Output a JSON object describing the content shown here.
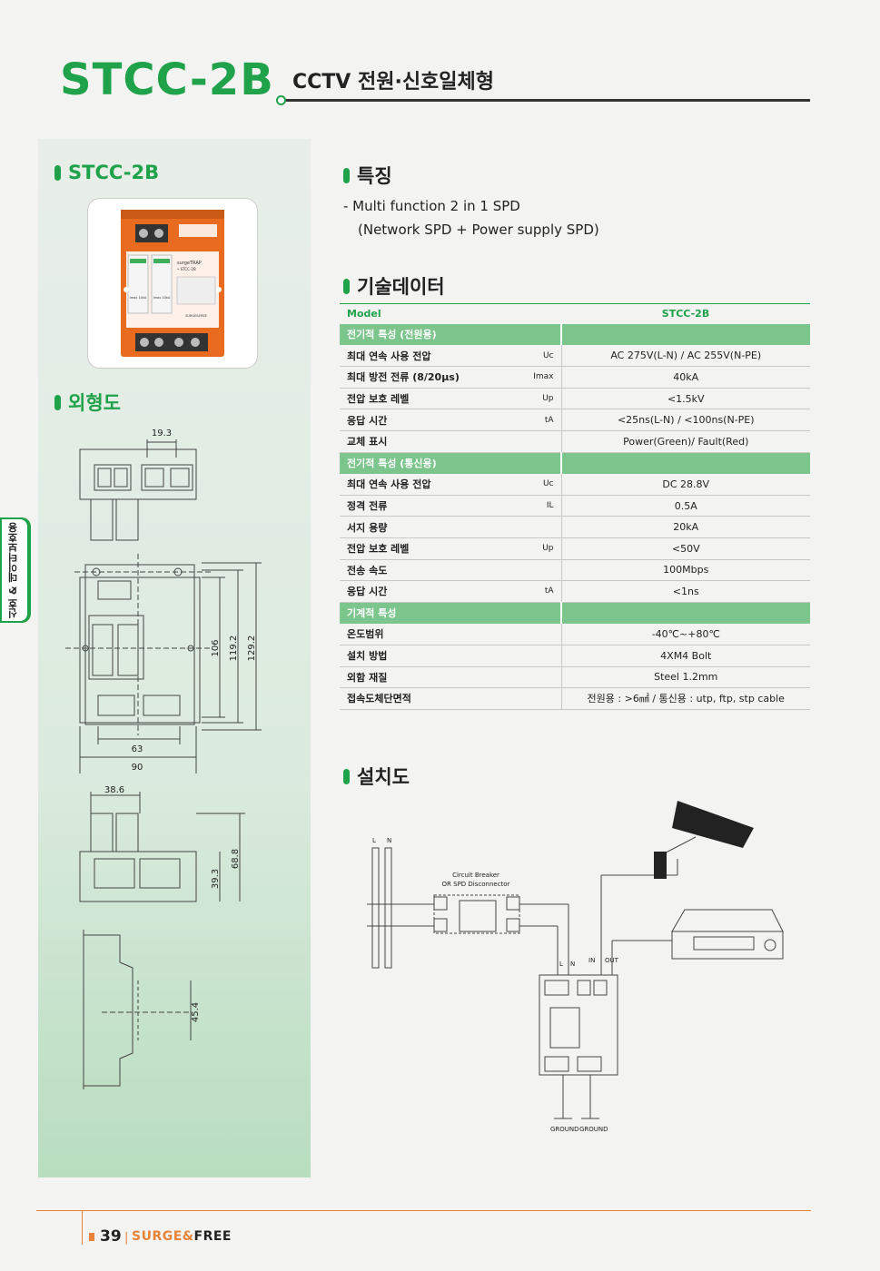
{
  "header": {
    "model": "STCC-2B",
    "subtitle": "CCTV 전원·신호일체형"
  },
  "side_tab": "신호 & 데이터보호용",
  "left": {
    "product_heading": "STCC-2B",
    "outline_heading": "외형도",
    "product_image_labels": {
      "brand": "surgeTRAP",
      "model": "• STCC-2B",
      "module_left": "Imax 10kA",
      "module_right": "Imax 10kA",
      "maker": "SURGE&FREE"
    },
    "dims": {
      "d1": "19.3",
      "d2": "106",
      "d3": "119.2",
      "d4": "129.2",
      "d5": "63",
      "d6": "90",
      "d7": "38.6",
      "d8": "39.3",
      "d9": "68.8",
      "d10": "45.4"
    }
  },
  "features": {
    "heading": "특징",
    "lines": [
      "-  Multi function 2 in 1 SPD",
      "(Network SPD + Power supply SPD)"
    ]
  },
  "tech": {
    "heading": "기술데이터",
    "col_model": "Model",
    "col_value": "STCC-2B",
    "sections": [
      {
        "title": "전기적 특성 (전원용)",
        "rows": [
          {
            "name": "최대 연속 사용 전압",
            "sym": "Uc",
            "val": "AC 275V(L-N) / AC 255V(N-PE)"
          },
          {
            "name": "최대 방전 전류 (8/20μs)",
            "sym": "Imax",
            "val": "40kA"
          },
          {
            "name": "전압 보호 레벨",
            "sym": "Up",
            "val": "<1.5kV"
          },
          {
            "name": "응답 시간",
            "sym": "tA",
            "val": "<25ns(L-N) / <100ns(N-PE)"
          },
          {
            "name": "교체 표시",
            "sym": "",
            "val": "Power(Green)/ Fault(Red)"
          }
        ]
      },
      {
        "title": "전기적 특성 (통신용)",
        "rows": [
          {
            "name": "최대 연속 사용 전압",
            "sym": "Uc",
            "val": "DC 28.8V"
          },
          {
            "name": "정격 전류",
            "sym": "IL",
            "val": "0.5A"
          },
          {
            "name": "서지 용량",
            "sym": "",
            "val": "20kA"
          },
          {
            "name": "전압 보호 레벨",
            "sym": "Up",
            "val": "<50V"
          },
          {
            "name": "전송 속도",
            "sym": "",
            "val": "100Mbps"
          },
          {
            "name": "응답 시간",
            "sym": "tA",
            "val": "<1ns"
          }
        ]
      },
      {
        "title": "기계적 특성",
        "rows": [
          {
            "name": "온도범위",
            "sym": "",
            "val": "-40℃~+80℃"
          },
          {
            "name": "설치 방법",
            "sym": "",
            "val": "4XM4 Bolt"
          },
          {
            "name": "외함 재질",
            "sym": "",
            "val": "Steel 1.2mm"
          },
          {
            "name": "접속도체단면적",
            "sym": "",
            "val": "전원용 : >6㎟ / 통신용 : utp, ftp, stp cable"
          }
        ]
      }
    ]
  },
  "install": {
    "heading": "설치도",
    "l": "L",
    "n": "N",
    "breaker_line1": "Circuit Breaker",
    "breaker_line2": "OR SPD Disconnector",
    "spd_l": "L",
    "spd_n": "N",
    "in": "IN",
    "out": "OUT",
    "ground1": "GROUND",
    "ground2": "GROUND"
  },
  "footer": {
    "page": "39",
    "bar": "|",
    "brand_a": "SURGE",
    "brand_b": "&",
    "brand_c": "FREE"
  }
}
